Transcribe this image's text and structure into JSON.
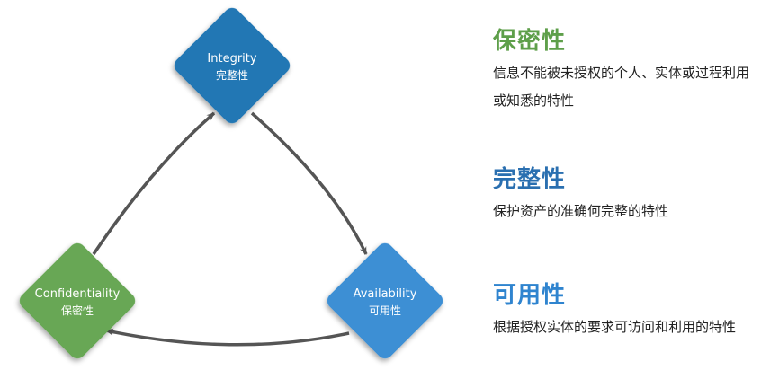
{
  "diagram": {
    "nodes": {
      "integrity": {
        "en": "Integrity",
        "zh": "完整性",
        "color": "#2277b4"
      },
      "confidentiality": {
        "en": "Confidentiality",
        "zh": "保密性",
        "color": "#67a755"
      },
      "availability": {
        "en": "Availability",
        "zh": "可用性",
        "color": "#3c8fd4"
      }
    },
    "arrow_color": "#555555"
  },
  "descriptions": [
    {
      "id": "confidentiality",
      "title": "保密性",
      "title_color": "#5e9f4a",
      "text": "信息不能被未授权的个人、实体或过程利用或知悉的特性"
    },
    {
      "id": "integrity",
      "title": "完整性",
      "title_color": "#2a6fb0",
      "text": "保护资产的准确何完整的特性"
    },
    {
      "id": "availability",
      "title": "可用性",
      "title_color": "#2f84cf",
      "text": "根据授权实体的要求可访问和利用的特性"
    }
  ]
}
